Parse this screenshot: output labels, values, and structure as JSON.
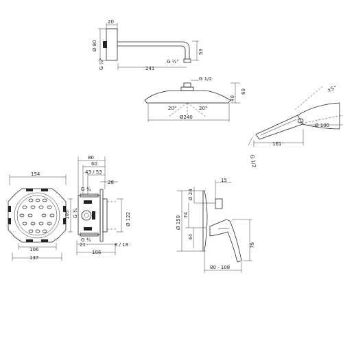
{
  "drawings": {
    "shower_arm": {
      "dims": {
        "depth": "20",
        "diameter": "Ø 80",
        "thread": "G ½\"",
        "length": "241",
        "drop": "53",
        "thread_end": "G ½\""
      }
    },
    "overhead_shower": {
      "dims": {
        "thread": "G 1/2",
        "height": "60",
        "thickness": "40",
        "angle_left": "20°",
        "angle_right": "20°",
        "diameter": "Ø240"
      }
    },
    "hand_shower": {
      "dims": {
        "angle": "±5°",
        "head_diameter": "Ø 100",
        "length": "161",
        "thread": "G 1/2"
      }
    },
    "basic_set_front": {
      "dims": {
        "width": "154",
        "height": "109",
        "bottom_inner": "106",
        "bottom_total": "137"
      }
    },
    "basic_set_side": {
      "dims": {
        "depth_total": "80",
        "depth_mid": "60",
        "depth_range": "43 / 53",
        "collar": "28",
        "thread_top": "G ¾",
        "thread_bottom": "G ¾",
        "thread_side": "G ¾",
        "diameter": "Ø 122",
        "bottom_left": "21",
        "bottom_right": "8 / 18",
        "width": "108"
      }
    },
    "mixer": {
      "dims": {
        "rosette_diameter": "Ø 150",
        "lever_diameter": "Ø 24",
        "offset_74": "74",
        "offset_44": "44",
        "lever_depth": "15",
        "lever_height": "79",
        "projection": "80 - 108"
      }
    }
  }
}
